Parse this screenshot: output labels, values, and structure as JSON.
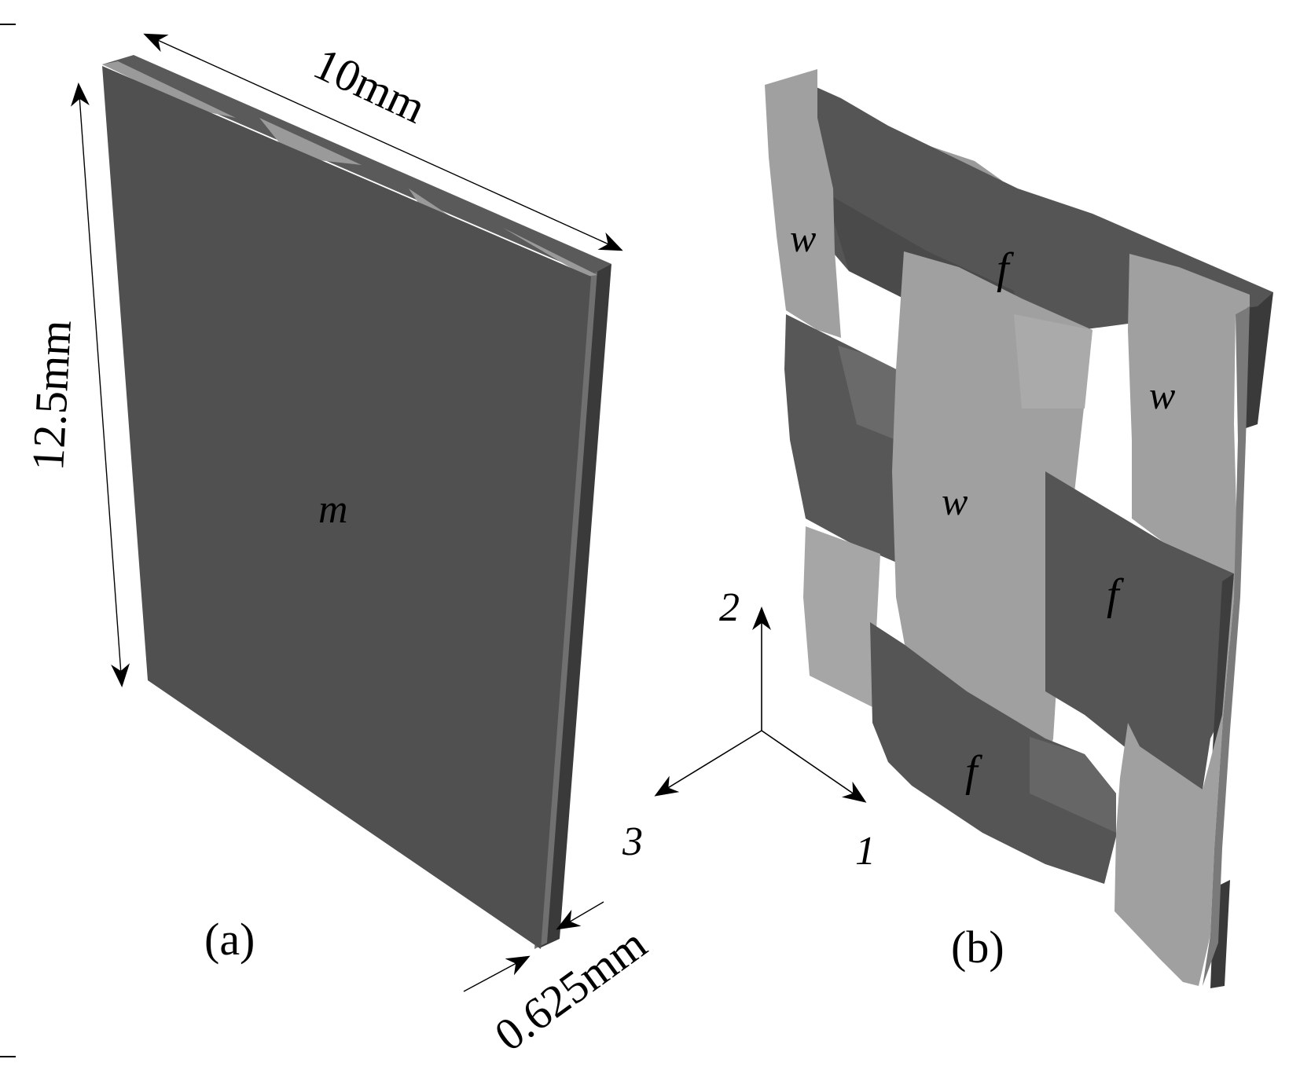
{
  "figure": {
    "panel_a": {
      "caption": "(a)",
      "matrix_label": "m",
      "dim_width": "10mm",
      "dim_height": "12.5mm",
      "dim_thickness": "0.625mm"
    },
    "panel_b": {
      "caption": "(b)",
      "warp_labels": [
        "w",
        "w",
        "w"
      ],
      "fill_labels": [
        "f",
        "f",
        "f"
      ],
      "axes": {
        "axis1": "1",
        "axis2": "2",
        "axis3": "3"
      }
    },
    "colors": {
      "matrix_face": "#505050",
      "matrix_edge_light": "#9a9a9a",
      "matrix_edge_mid": "#707070",
      "matrix_edge_dark": "#3a3a3a",
      "warp": "#a0a0a0",
      "warp_light": "#aaaaaa",
      "fill": "#555555",
      "fill_dark": "#4a4a4a",
      "ink": "#000000"
    }
  }
}
